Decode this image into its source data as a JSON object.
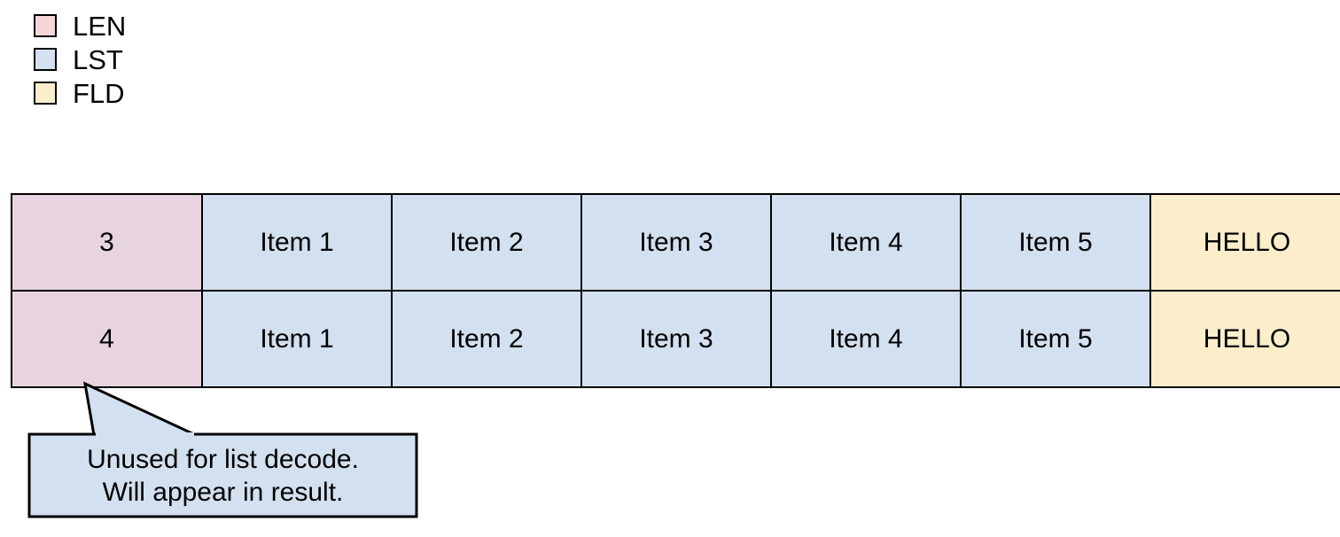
{
  "legend": {
    "items": [
      {
        "label": "LEN",
        "color": "#f5d5d5",
        "icon": "swatch-icon"
      },
      {
        "label": "LST",
        "color": "#d5e0f0",
        "icon": "swatch-icon"
      },
      {
        "label": "FLD",
        "color": "#fbeecb",
        "icon": "swatch-icon"
      }
    ]
  },
  "table": {
    "rows": [
      {
        "len": "3",
        "list": [
          "Item 1",
          "Item 2",
          "Item 3",
          "Item 4",
          "Item 5"
        ],
        "field": "HELLO"
      },
      {
        "len": "4",
        "list": [
          "Item 1",
          "Item 2",
          "Item 3",
          "Item 4",
          "Item 5"
        ],
        "field": "HELLO"
      }
    ]
  },
  "callout": {
    "line1": "Unused for list decode.",
    "line2": "Will appear in result.",
    "fill": "#d3e0f0",
    "stroke": "#000000"
  },
  "colors": {
    "len_cell": "#e7d4e0",
    "lst_cell": "#d3e0f0",
    "fld_cell": "#fceecb",
    "border": "#000000",
    "background": "#ffffff"
  }
}
